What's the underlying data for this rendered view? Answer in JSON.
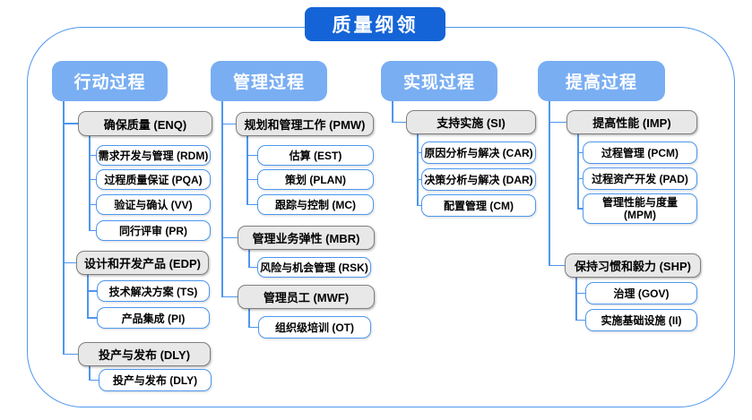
{
  "title": "质量纲领",
  "colors": {
    "title_fill": "#1464D7",
    "header_fill": "#79AEF3",
    "gray_fill": "#E8E8E8",
    "gray_border": "#7F7F7F",
    "connector_blue": "#4D96EF"
  },
  "columns": [
    {
      "label": "行动过程",
      "groups": [
        {
          "label": "确保质量 (ENQ)",
          "children": [
            "需求开发与管理 (RDM)",
            "过程质量保证 (PQA)",
            "验证与确认 (VV)",
            "同行评审 (PR)"
          ]
        },
        {
          "label": "设计和开发产品 (EDP)",
          "children": [
            "技术解决方案 (TS)",
            "产品集成 (PI)"
          ]
        },
        {
          "label": "投产与发布 (DLY)",
          "children": [
            "投产与发布 (DLY)"
          ]
        }
      ]
    },
    {
      "label": "管理过程",
      "groups": [
        {
          "label": "规划和管理工作 (PMW)",
          "children": [
            "估算 (EST)",
            "策划 (PLAN)",
            "跟踪与控制 (MC)"
          ]
        },
        {
          "label": "管理业务弹性 (MBR)",
          "children": [
            "风险与机会管理 (RSK)"
          ]
        },
        {
          "label": "管理员工 (MWF)",
          "children": [
            "组织级培训 (OT)"
          ]
        }
      ]
    },
    {
      "label": "实现过程",
      "groups": [
        {
          "label": "支持实施 (SI)",
          "children": [
            "原因分析与解决 (CAR)",
            "决策分析与解决 (DAR)",
            "配置管理 (CM)"
          ]
        }
      ]
    },
    {
      "label": "提高过程",
      "groups": [
        {
          "label": "提高性能 (IMP)",
          "children": [
            "过程管理 (PCM)",
            "过程资产开发 (PAD)",
            "管理性能与度量 (MPM)"
          ]
        },
        {
          "label": "保持习惯和毅力 (SHP)",
          "children": [
            "治理 (GOV)",
            "实施基础设施 (II)"
          ]
        }
      ]
    }
  ]
}
